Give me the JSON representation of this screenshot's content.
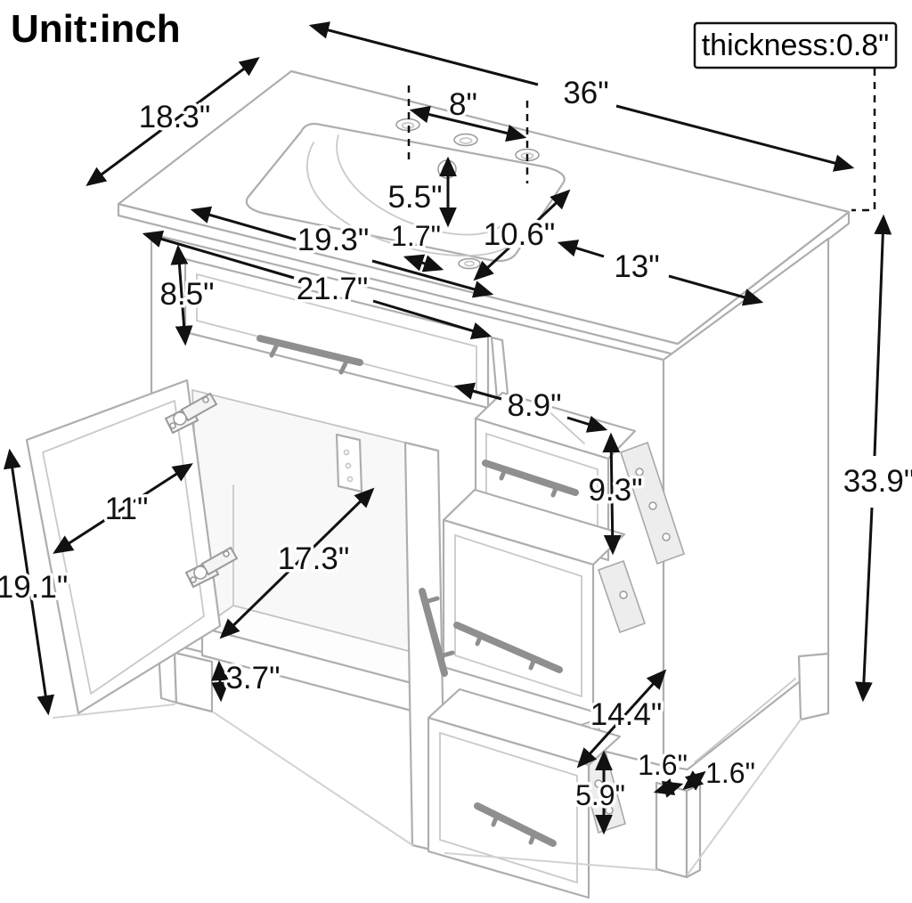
{
  "unit_label": "Unit:inch",
  "thickness_label": "thickness:0.8\"",
  "dims": {
    "countertop_width": "36\"",
    "countertop_depth": "18.3\"",
    "faucet_spacing": "8\"",
    "drain_height": "5.5\"",
    "sink_width": "19.3\"",
    "overflow": "1.7\"",
    "sink_depth": "10.6\"",
    "counter_right": "13\"",
    "top_drawer_height": "8.5\"",
    "top_drawer_width": "21.7\"",
    "side_drawer_width": "8.9\"",
    "side_drawer_height": "9.3\"",
    "door_width": "11\"",
    "door_height": "19.1\"",
    "shelf_width": "17.3\"",
    "leg_height": "3.7\"",
    "bottom_drawer_width": "14.4\"",
    "leg_width": "1.6\"",
    "leg_depth": "1.6\"",
    "bottom_drawer_height": "5.9\"",
    "total_height": "33.9\""
  },
  "colors": {
    "ink": "#111111",
    "line_art": "#aeaeae",
    "background": "#ffffff"
  }
}
